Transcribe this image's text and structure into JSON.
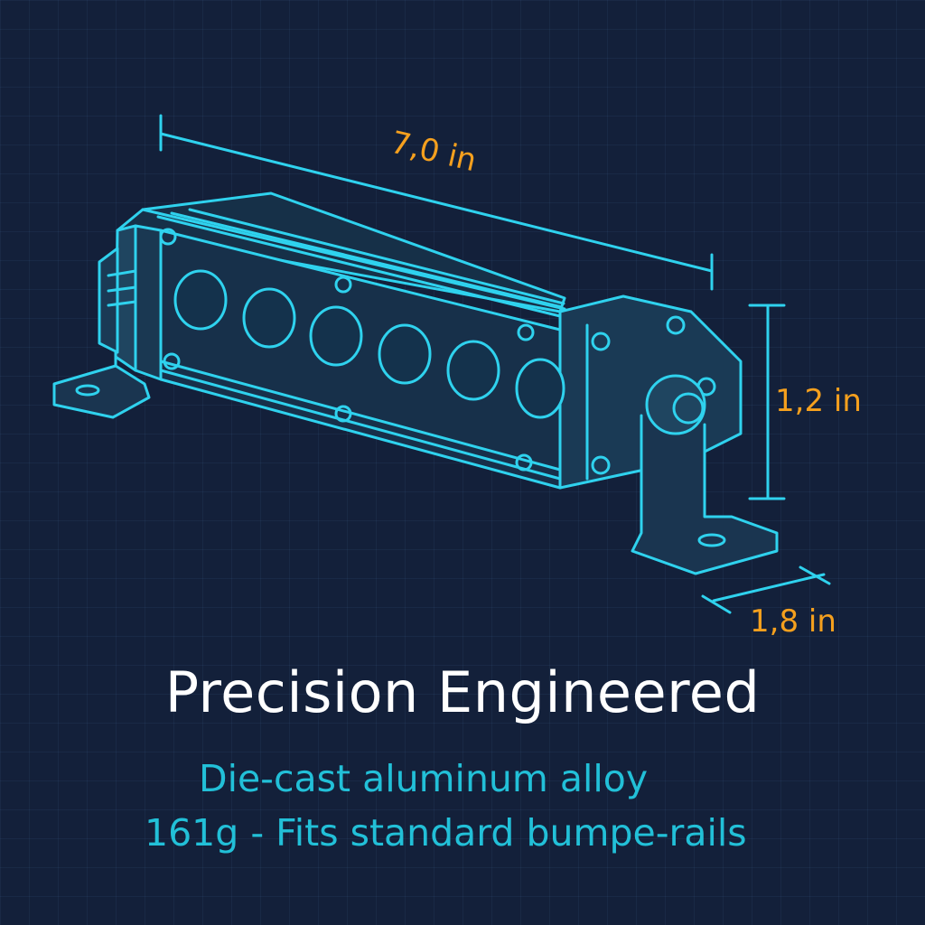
{
  "dimensions": {
    "length": "7,0 in",
    "height": "1,2 in",
    "depth": "1,8 in"
  },
  "heading": "Precision Engineered",
  "lines": [
    "Die-cast aluminum alloy",
    "161g - Fits standard bumpe-rails"
  ],
  "colors": {
    "background": "#13203a",
    "line_art": "#2fd2ee",
    "dimension_text": "#f5a01e",
    "heading_text": "#ffffff",
    "subtext": "#22c0d8"
  },
  "icons": [
    "led-light-bar-icon"
  ]
}
